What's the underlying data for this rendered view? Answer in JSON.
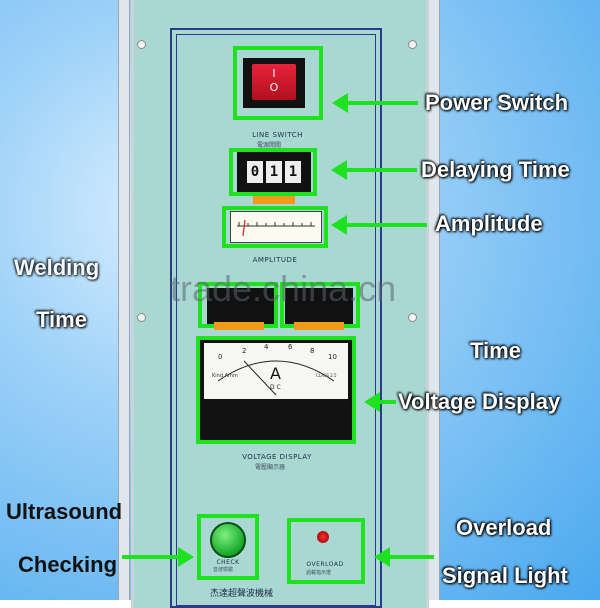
{
  "labels": {
    "power_switch": "Power Switch",
    "delaying_time": "Delaying Time",
    "amplitude": "Amplitude",
    "welding_time_line1": "Welding",
    "welding_time_line2": "Time",
    "time_right": "Time",
    "voltage_display": "Voltage Display",
    "ultrasound_line1": "Ultrasound",
    "ultrasound_line2": "Checking",
    "overload_line1": "Overload",
    "overload_line2": "Signal Light"
  },
  "panel": {
    "line_switch": "LINE SWITCH",
    "line_switch_cn": "電源開關",
    "amplitude_caption": "AMPLITUDE",
    "voltage_display_caption": "VOLTAGE DISPLAY",
    "voltage_display_cn": "電壓顯示器",
    "check_caption": "CHECK",
    "check_cn": "音波檢驗",
    "overload_caption": "OVERLOAD",
    "overload_cn": "過載指示燈",
    "maker_cn": "杰達超聲波機械",
    "rocker_on": "I",
    "rocker_off": "O",
    "counter_digits": [
      "0",
      "1",
      "1"
    ],
    "ameter_unit": "A",
    "ameter_scale": [
      "0",
      "2",
      "4",
      "6",
      "8",
      "10"
    ],
    "ameter_brand": "Kind Amm",
    "ameter_sub": "D C",
    "ameter_class": "CLASS 2.5"
  },
  "watermark": "trade.china.cn",
  "colors": {
    "highlight": "#1ee21e",
    "panel": "#a9d8d2",
    "frame": "#2b3a8a"
  }
}
